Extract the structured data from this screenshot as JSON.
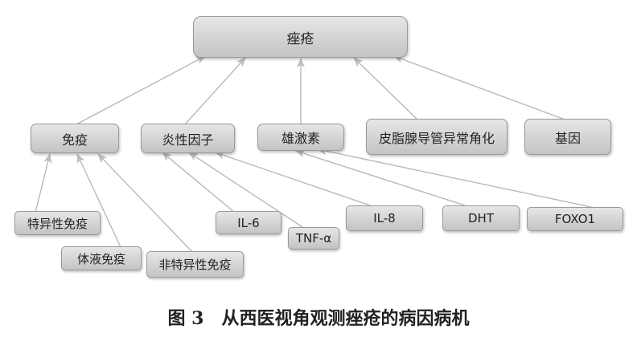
{
  "root": {
    "label": "痤疮"
  },
  "causes": [
    {
      "label": "免疫"
    },
    {
      "label": "炎性因子"
    },
    {
      "label": "雄激素"
    },
    {
      "label": "皮脂腺导管异常角化"
    },
    {
      "label": "基因"
    }
  ],
  "leaves": [
    {
      "label": "特异性免疫"
    },
    {
      "label": "体液免疫"
    },
    {
      "label": "非特异性免疫"
    },
    {
      "label": "IL-6"
    },
    {
      "label": "TNF-α"
    },
    {
      "label": "IL-8"
    },
    {
      "label": "DHT"
    },
    {
      "label": "FOXO1"
    }
  ],
  "caption": "图 3　从西医视角观测痤疮的病因病机"
}
